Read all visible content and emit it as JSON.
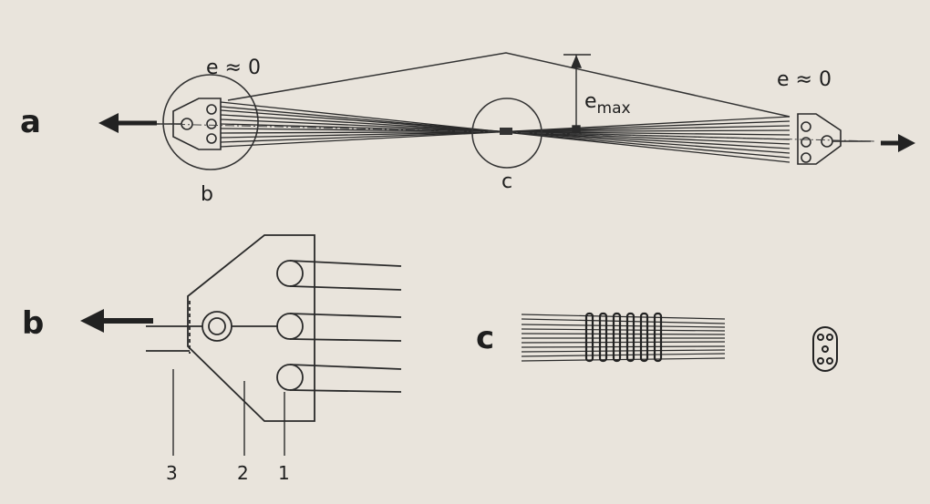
{
  "labels": {
    "part_a": "a",
    "part_b": "b",
    "part_c": "c",
    "b_small": "b",
    "c_small": "c",
    "e_left": "e ≈ 0",
    "e_right": "e ≈ 0",
    "e_max_base": "e",
    "e_max_sub": "max",
    "n1": "1",
    "n2": "2",
    "n3": "3"
  },
  "colors": {
    "ink": "#2a2a2a",
    "paper": "#e9e4dc"
  }
}
